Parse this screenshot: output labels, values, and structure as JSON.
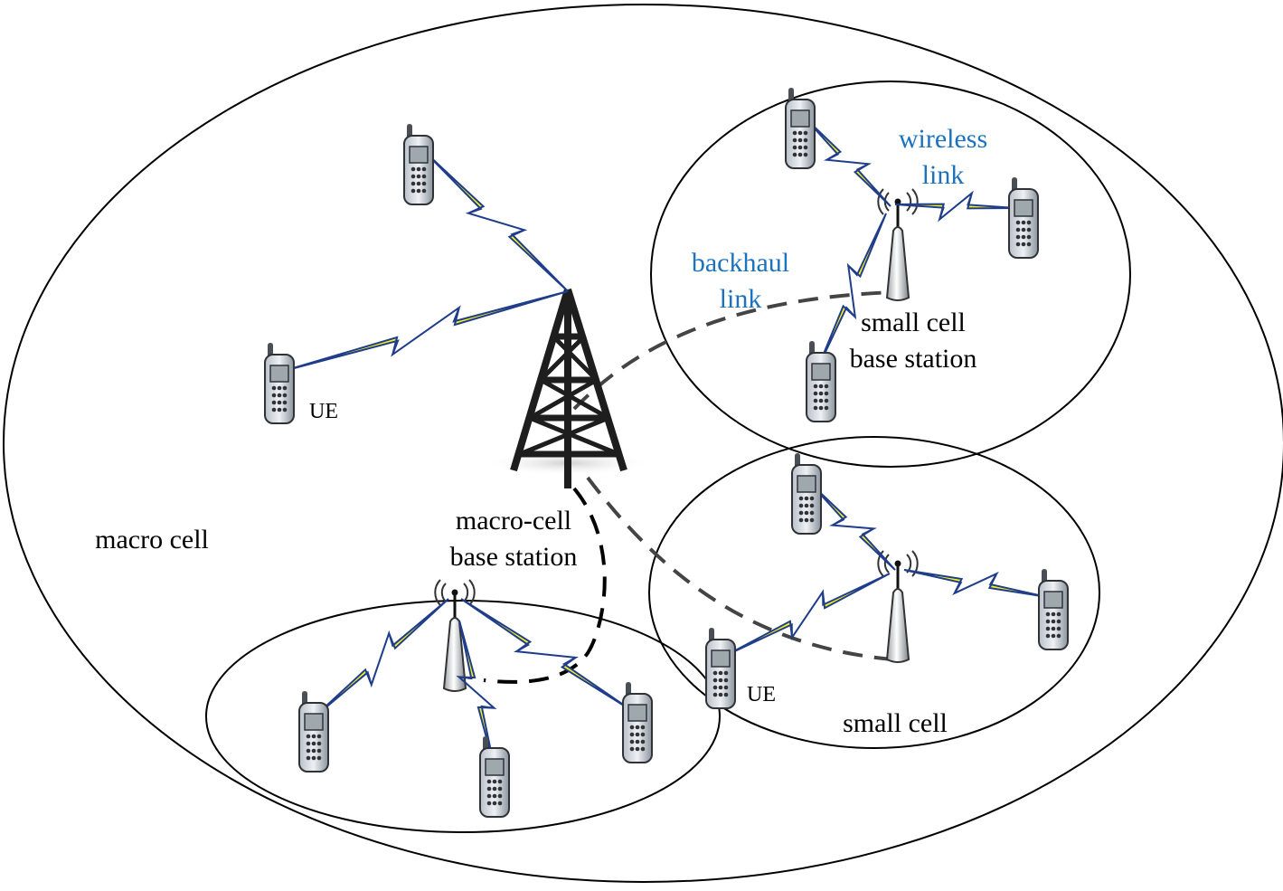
{
  "labels": {
    "macro_cell": "macro cell",
    "macro_bs_line1": "macro-cell",
    "macro_bs_line2": "base station",
    "small_bs_line1": "small cell",
    "small_bs_line2": "base station",
    "small_cell": "small cell",
    "ue_1": "UE",
    "ue_2": "UE",
    "wireless_line1": "wireless",
    "wireless_line2": "link",
    "backhaul_line1": "backhaul",
    "backhaul_line2": "link"
  },
  "colors": {
    "link_label": "#1c72bd",
    "bolt_fill": "#f5f01e",
    "bolt_stroke": "#1f3d8a",
    "backhaul": "#444444",
    "outline": "#000000"
  },
  "icons": [
    "macro-tower-icon",
    "small-cell-antenna-icon",
    "mobile-phone-icon",
    "lightning-link-icon"
  ]
}
